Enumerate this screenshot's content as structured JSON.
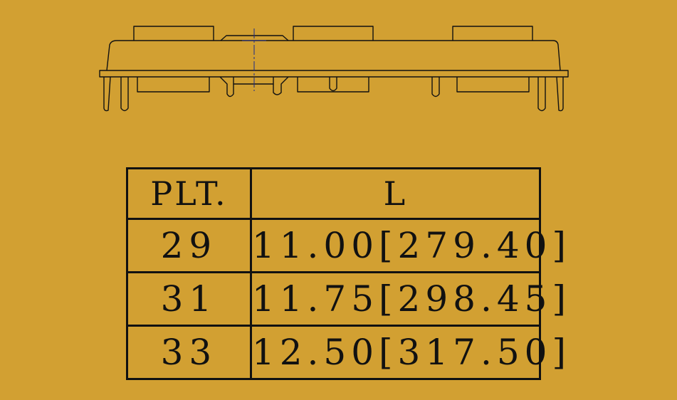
{
  "drawing": {
    "background_color": "#D2A032",
    "line_color": "#111111",
    "centerline_color": "#1a2a8a",
    "part": "connector-side-view"
  },
  "table": {
    "headers": {
      "plt": "PLT.",
      "length": "L"
    },
    "rows": [
      {
        "plt": "29",
        "length": "11.00[279.40]"
      },
      {
        "plt": "31",
        "length": "11.75[298.45]"
      },
      {
        "plt": "33",
        "length": "12.50[317.50]"
      }
    ]
  }
}
